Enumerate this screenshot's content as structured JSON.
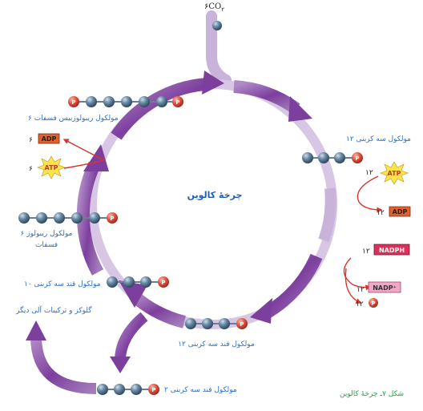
{
  "input": {
    "label": "۶CO",
    "sub": "۲"
  },
  "cycle_title": "چرخهٔ کالوین",
  "caption": "شکل ۷ـ چرخهٔ کالوین",
  "labels": {
    "rubp": "۶ مولکول ریبولوزبیس فسفات",
    "three_carbon": "۱۲ مولکول سه کربنی",
    "ru5p_line1": "۶ مولکول ریبولوز",
    "ru5p_line2": "فسفات",
    "ten_sugar": "۱۰ مولکول قند سه کربنی",
    "glucose": "گلوکز و ترکیبات آلی دیگر",
    "twelve_sugar": "۱۲ مولکول قند سه کربنی",
    "two_sugar": "۲ مولکول قند سه کربنی"
  },
  "energy": {
    "left_adp_num": "۶",
    "left_adp": "ADP",
    "left_atp_num": "۶",
    "left_atp": "ATP",
    "right_atp_num": "۱۲",
    "right_atp": "ATP",
    "right_adp_num": "۱۲",
    "right_adp": "ADP",
    "nadph_num": "۱۲",
    "nadph": "NADPH",
    "nadp_num": "۱۲",
    "nadp": "NADP⁺",
    "p_num": "۱۲",
    "p": "P"
  },
  "colors": {
    "cycle": "#8a4fa8",
    "cycle_light": "#c9b3da",
    "carbon": "#4a6a86",
    "phosphate": "#e0513f",
    "adp_bg": "#e0622e",
    "nadph_bg": "#d8315a",
    "nadp_bg": "#f0a7c8",
    "atp_star": "#ffe34a"
  }
}
